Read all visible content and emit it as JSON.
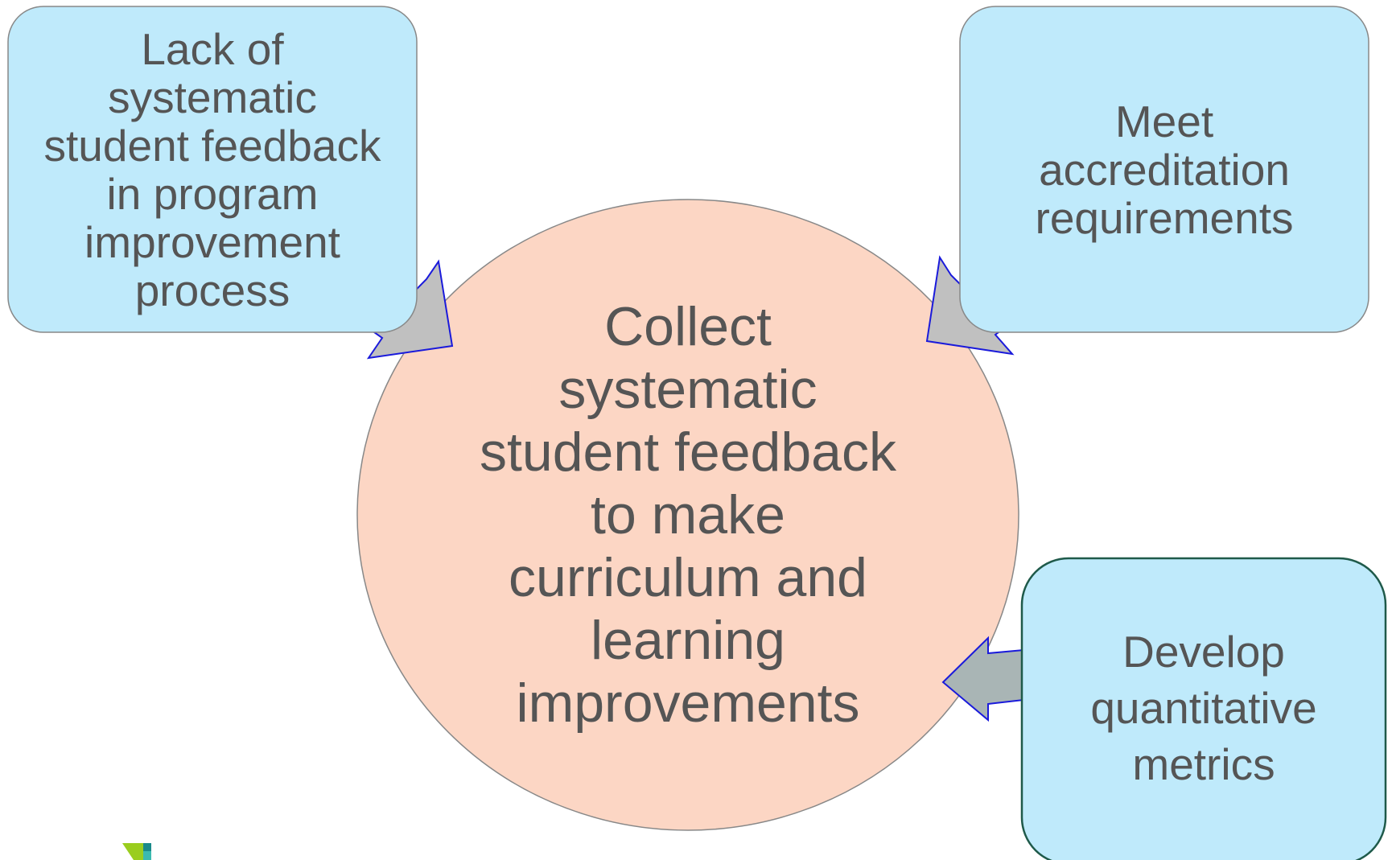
{
  "diagram": {
    "center": {
      "text": "Collect\nsystematic\nstudent feedback\nto make\ncurriculum and\nlearning\nimprovements",
      "fill": "#fcd6c4",
      "stroke": "#888888"
    },
    "boxes": [
      {
        "id": "lack-of-feedback",
        "text": "Lack of\nsystematic\nstudent feedback\nin program\nimprovement\nprocess",
        "fill": "#bfeafb",
        "stroke": "#888888"
      },
      {
        "id": "accreditation",
        "text": "Meet\naccreditation\nrequirements",
        "fill": "#bfeafb",
        "stroke": "#888888"
      },
      {
        "id": "quantitative-metrics",
        "text": "Develop\nquantitative\nmetrics",
        "fill": "#bfeafb",
        "stroke": "#1f5a4a"
      }
    ],
    "arrow_colors": {
      "fill_light": "#c0c0c0",
      "fill_dark": "#a9b5b5",
      "stroke": "#1a1adb"
    },
    "text_color": "#555555"
  }
}
